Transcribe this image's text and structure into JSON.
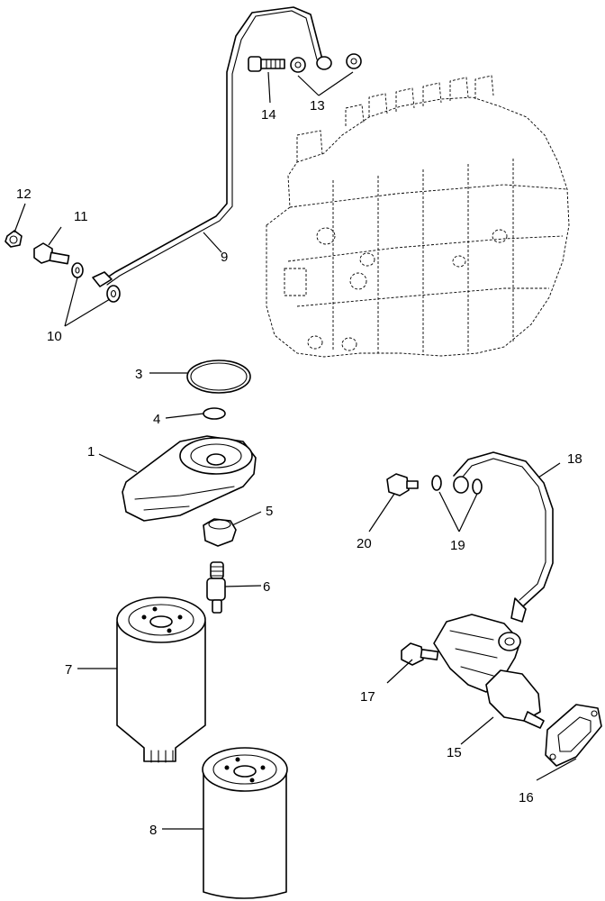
{
  "callouts": {
    "c1": "1",
    "c3": "3",
    "c4": "4",
    "c5": "5",
    "c6": "6",
    "c7": "7",
    "c8": "8",
    "c9": "9",
    "c10": "10",
    "c11": "11",
    "c12": "12",
    "c13": "13",
    "c14": "14",
    "c15": "15",
    "c16": "16",
    "c17": "17",
    "c18": "18",
    "c19": "19",
    "c20": "20"
  },
  "style": {
    "line_color": "#000000",
    "background": "#ffffff"
  }
}
